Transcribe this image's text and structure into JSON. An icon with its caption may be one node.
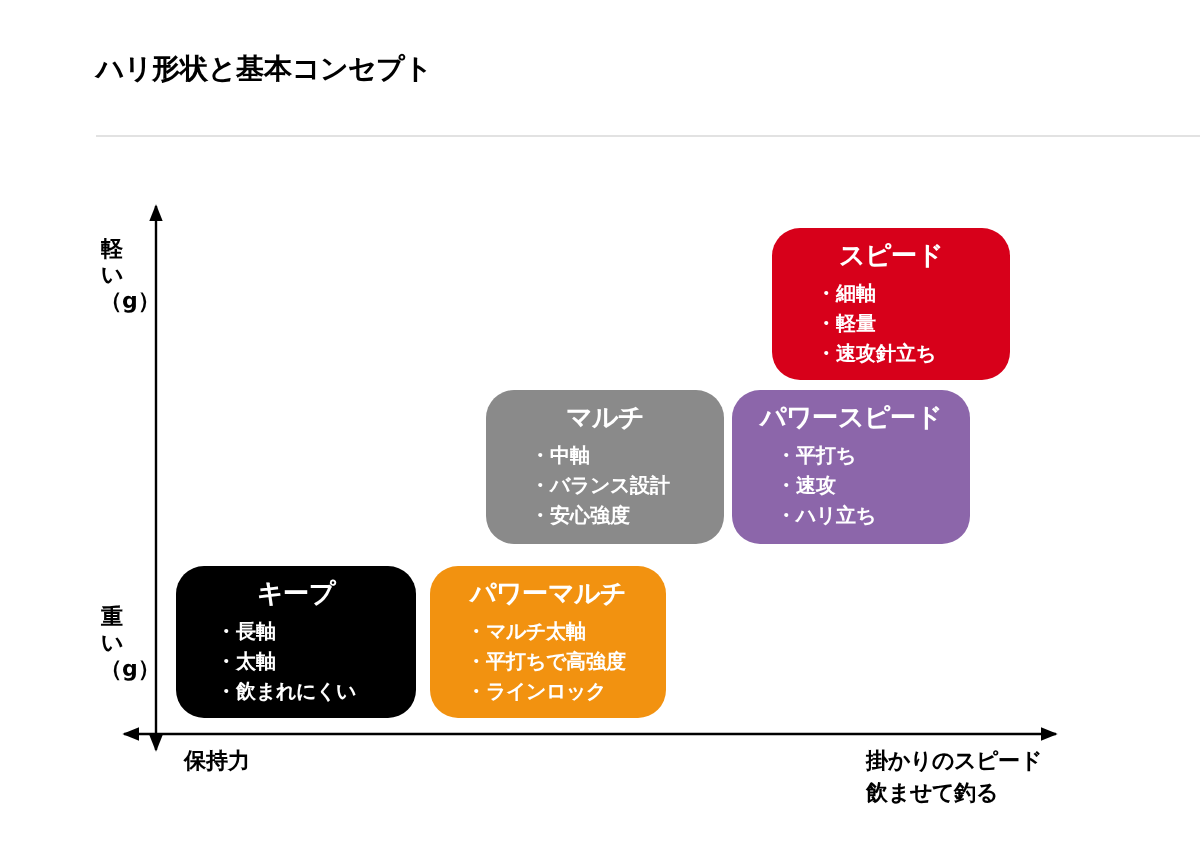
{
  "diagram": {
    "title": "ハリ形状と基本コンセプト",
    "nodes": [
      {
        "text": [
          "スピード",
          "・細軸",
          "・軽量",
          "・速攻針立ち"
        ]
      },
      {
        "text": [
          "マルチ",
          "・中軸",
          "・バランス設計",
          "・安心強度"
        ]
      },
      {
        "text": [
          "パワースピード",
          "・平打ち",
          "・速攻",
          "・ハリ立ち"
        ]
      },
      {
        "text": [
          "キープ",
          "・長軸",
          "・太軸",
          "・飲まれにくい"
        ]
      },
      {
        "text": [
          "パワーマルチ",
          "・マルチ太軸",
          "・平打ちで高強度",
          "・ラインロック"
        ]
      }
    ],
    "labels": [
      "軽い（g）",
      "重い（g）",
      "保持力",
      "掛かりのスピード飲ませて釣る"
    ]
  }
}
